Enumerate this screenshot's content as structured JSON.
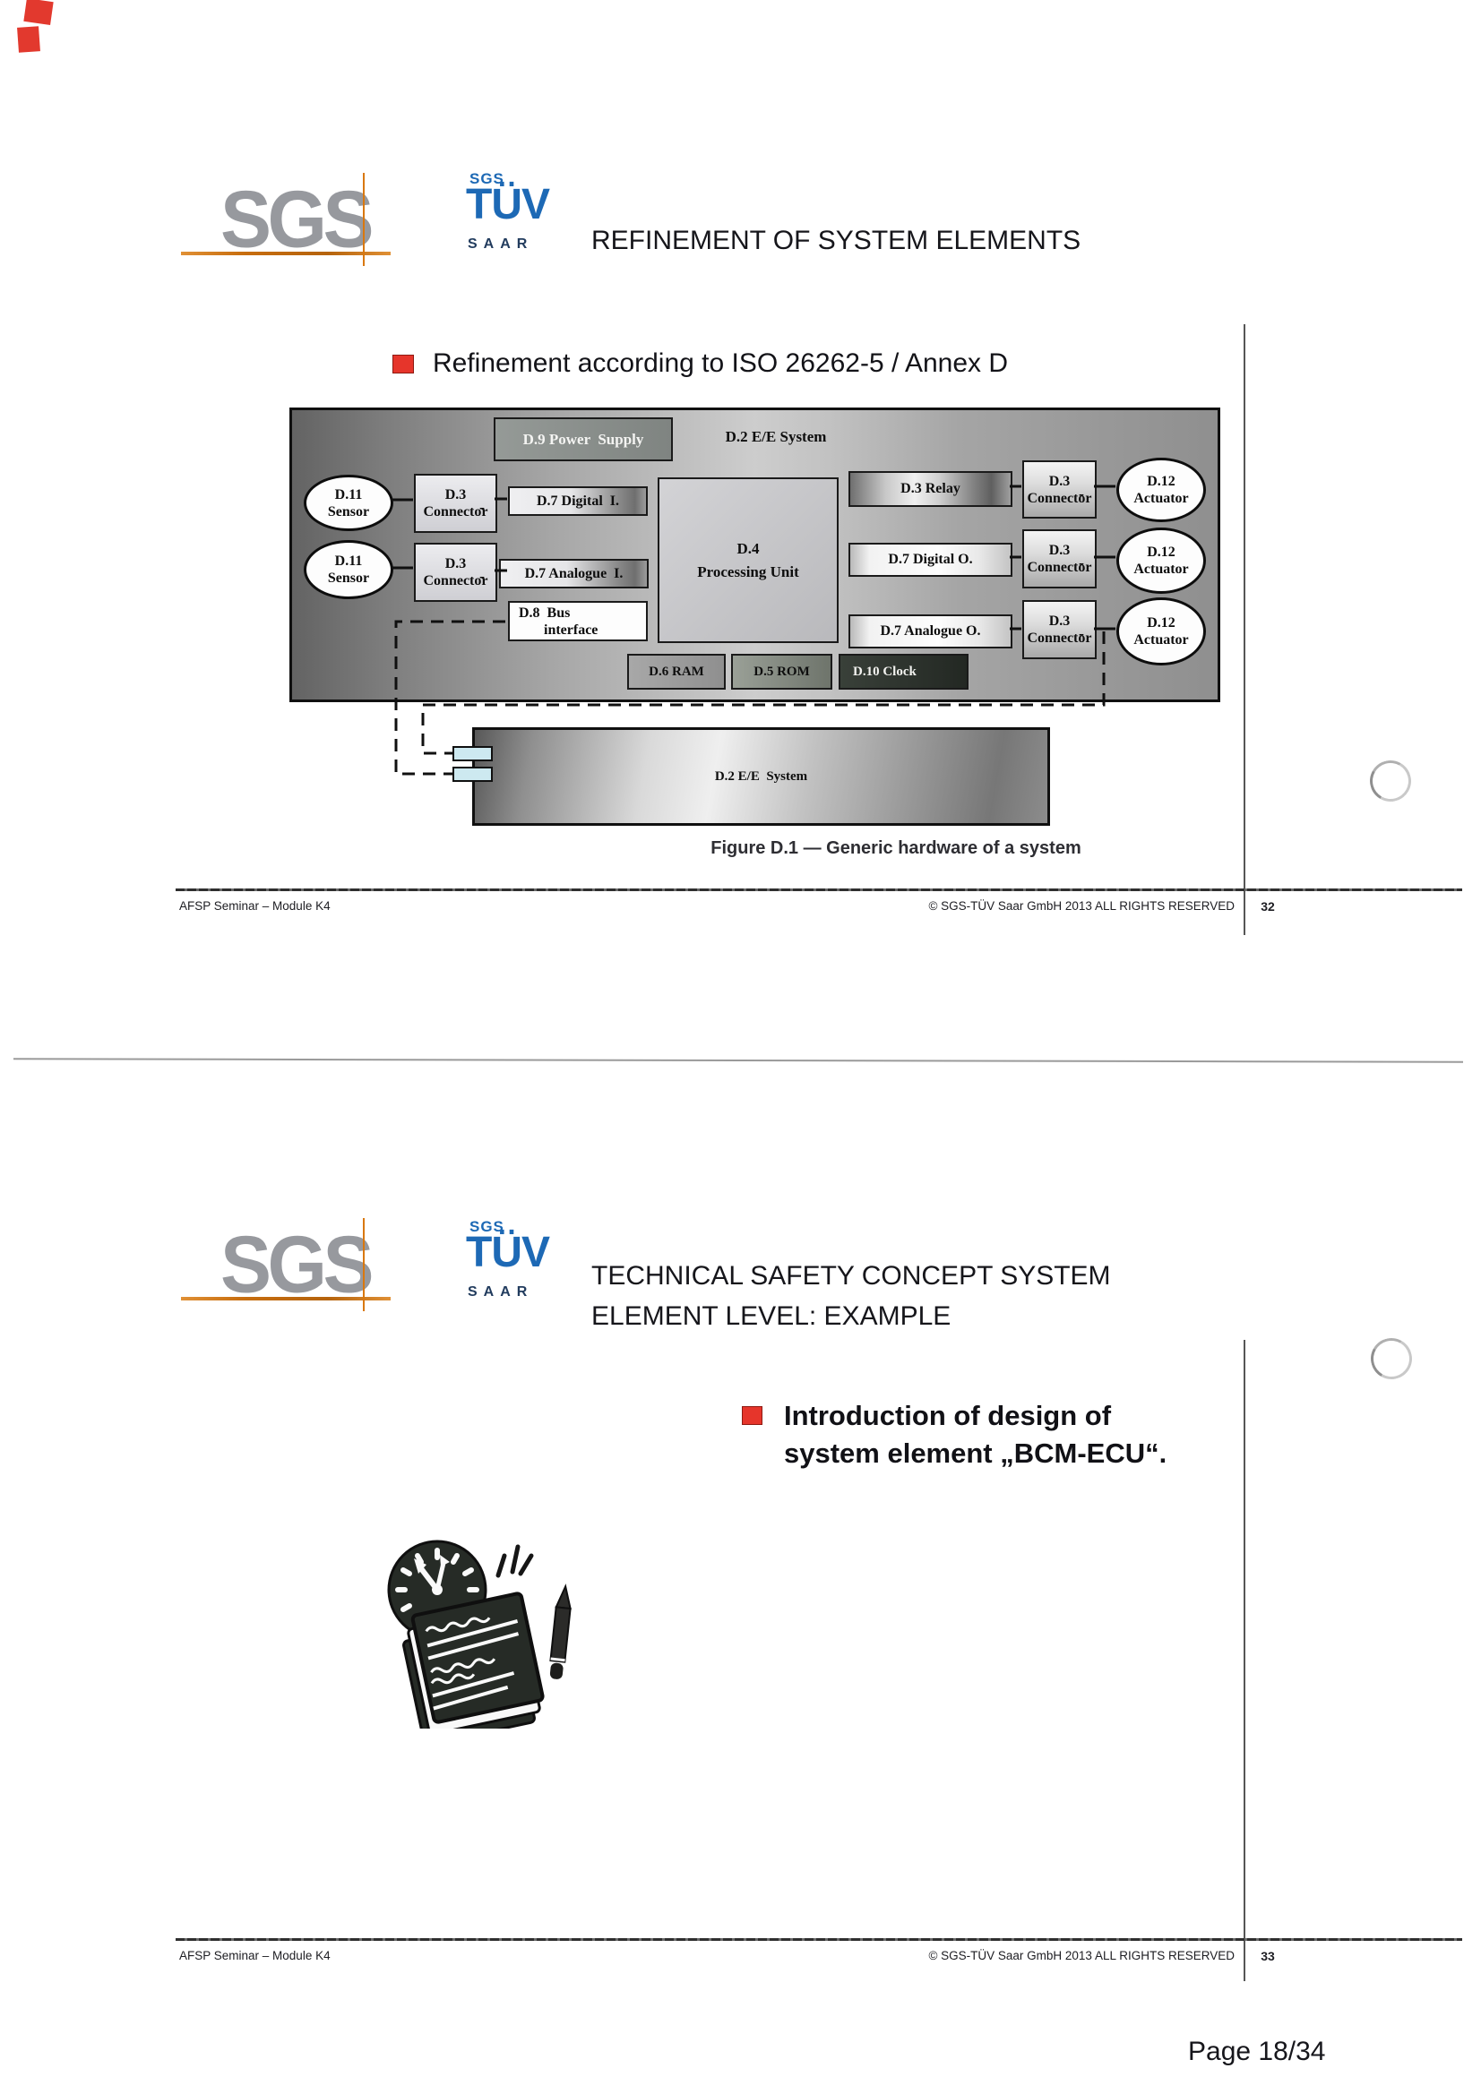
{
  "colors": {
    "accent_red": "#e6352b",
    "logo_orange": "#d9780f",
    "tuv_blue": "#1d69b5",
    "sgs_grey": "#97999e"
  },
  "logo": {
    "sgs": "SGS",
    "tuv_top": "SGS",
    "tuv_main": "TÜV",
    "tuv_bottom": "SAAR"
  },
  "footer": {
    "left": "AFSP Seminar – Module K4",
    "right": "© SGS-TÜV Saar GmbH 2013 ALL RIGHTS RESERVED"
  },
  "slide1": {
    "title": "REFINEMENT OF SYSTEM ELEMENTS",
    "bullet": "Refinement according to ISO 26262-5 / Annex D",
    "page_num": "32",
    "diagram": {
      "system_label": "D.2 E/E System",
      "power_supply": "D.9 Power  Supply",
      "sensor": {
        "l1": "D.11",
        "l2": "Sensor"
      },
      "connector": {
        "l1": "D.3",
        "dash": "-",
        "l2": "Connector"
      },
      "digital_i": "D.7 Digital  I.",
      "analogue_i": "D.7 Analogue  I.",
      "bus": {
        "l1": "D.8  Bus",
        "l2": "interface"
      },
      "processing": {
        "l1": "D.4",
        "l2": "Processing Unit"
      },
      "ram": "D.6 RAM",
      "rom": "D.5 ROM",
      "clock": "D.10 Clock",
      "relay": "D.3 Relay",
      "digital_o": "D.7 Digital O.",
      "analogue_o": "D.7 Analogue O.",
      "actuator": {
        "l1": "D.12",
        "l2": "Actuator"
      },
      "bar_label": "D.2 E/E  System",
      "caption": "Figure D.1 — Generic hardware of a system"
    }
  },
  "slide2": {
    "title": "TECHNICAL SAFETY CONCEPT SYSTEM\nELEMENT LEVEL: EXAMPLE",
    "bullet": "Introduction of design of\nsystem element „BCM-ECU“.",
    "page_num": "33"
  },
  "page": {
    "footer_page": "Page 18/34"
  }
}
